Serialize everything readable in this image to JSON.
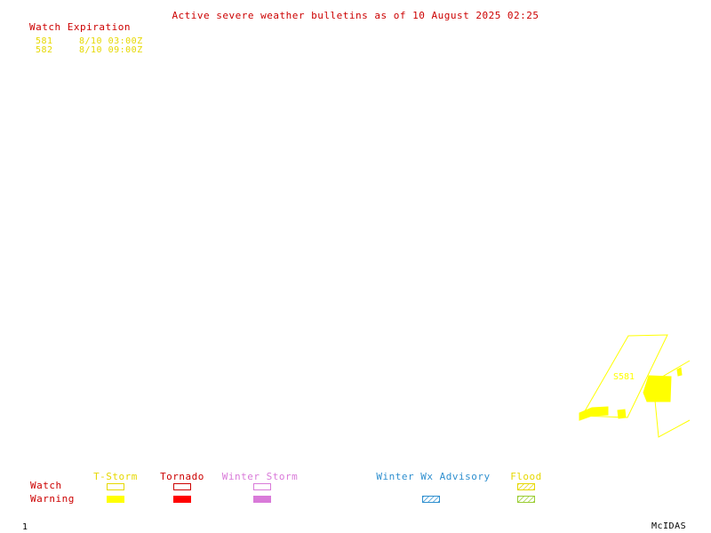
{
  "header": {
    "title": "Active severe weather bulletins as of 10 August 2025 02:25",
    "title_color": "#cc0000"
  },
  "watch_expiration": {
    "heading": "Watch Expiration",
    "rows": [
      {
        "number": "581",
        "expires": "8/10 03:00Z"
      },
      {
        "number": "582",
        "expires": "8/10 09:00Z"
      }
    ]
  },
  "map": {
    "watch_label": "S581",
    "watch_color": "#ffff00"
  },
  "legend": {
    "row_labels": {
      "watch": "Watch",
      "warning": "Warning"
    },
    "columns": [
      {
        "key": "tstorm",
        "title": "T-Storm",
        "color": "#ffff00"
      },
      {
        "key": "tornado",
        "title": "Tornado",
        "color": "#ff0000"
      },
      {
        "key": "winter_storm",
        "title": "Winter Storm",
        "color": "#d97ad9"
      },
      {
        "key": "winter_wx_advisory",
        "title": "Winter Wx Advisory",
        "color": "#2e8fcf"
      },
      {
        "key": "flood",
        "title": "Flood",
        "color": "#9acd32"
      }
    ]
  },
  "footer": {
    "frame_number": "1",
    "brand": "McIDAS"
  }
}
